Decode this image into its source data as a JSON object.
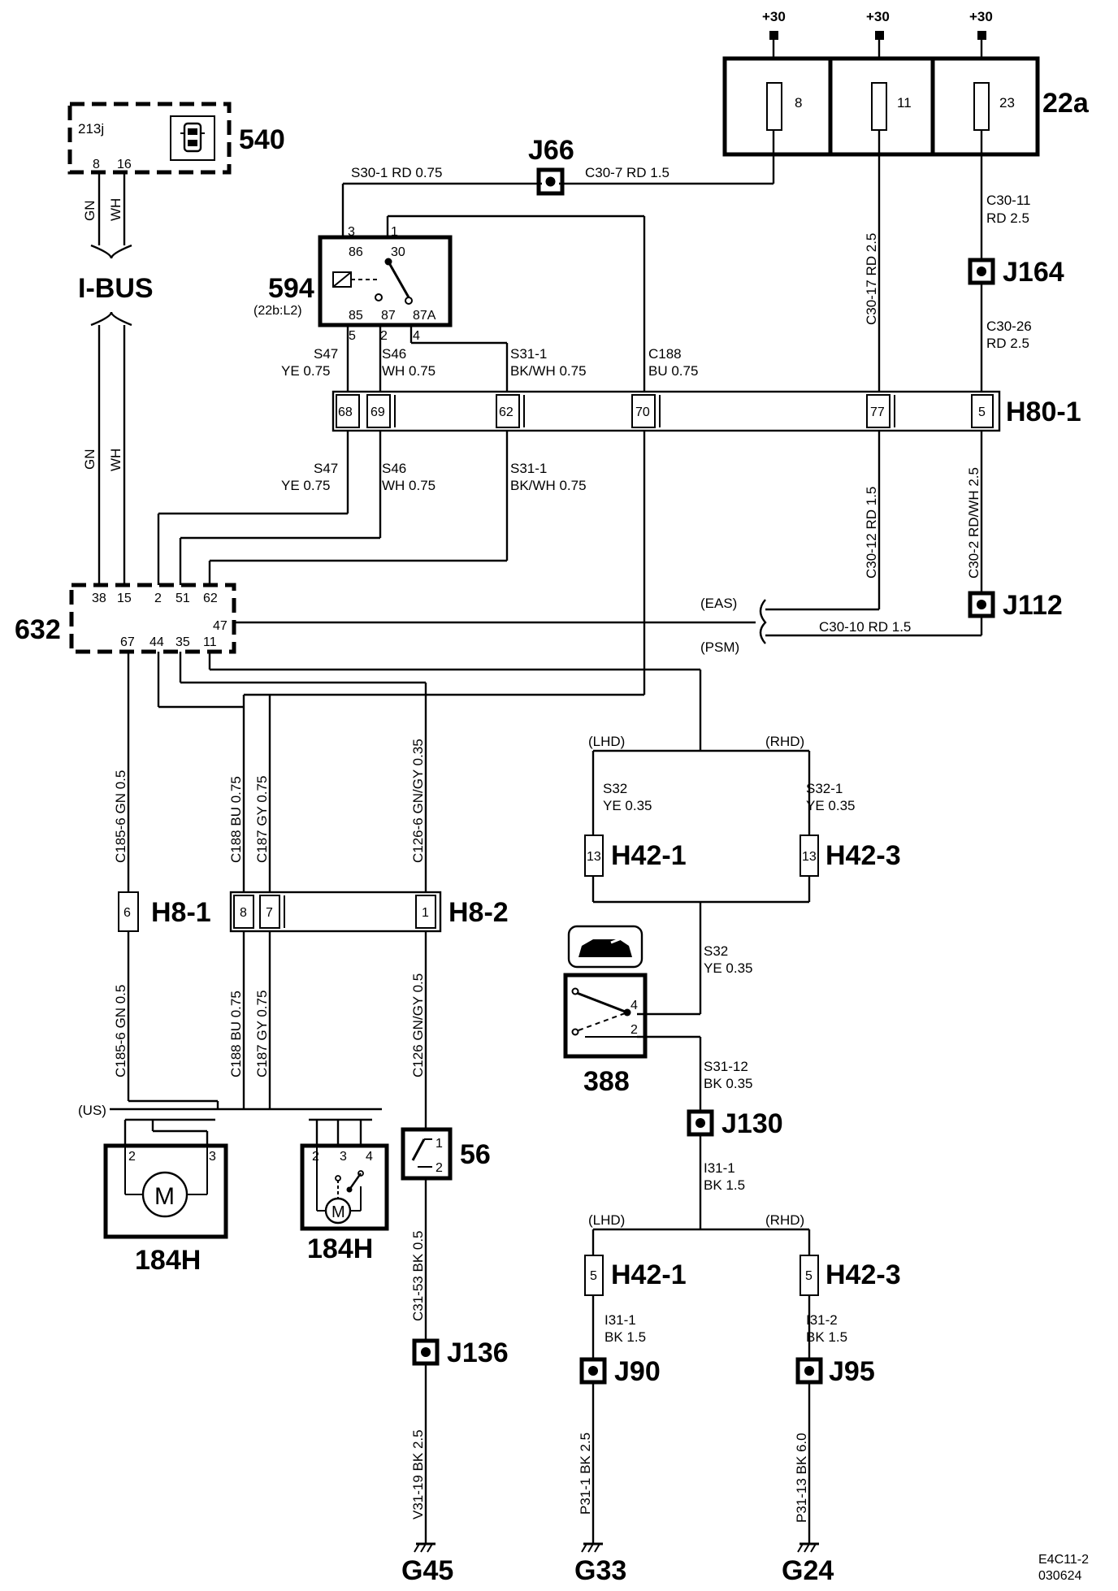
{
  "labels": {
    "p30a": "+30",
    "p30b": "+30",
    "p30c": "+30",
    "fuse8": "8",
    "fuse11": "11",
    "fuse23": "23",
    "fusebox": "22a",
    "c540": "540",
    "c540_sub": "213j",
    "c540_pin8": "8",
    "c540_pin16": "16",
    "ibus_gn1": "GN",
    "ibus_wh1": "WH",
    "ibus": "I-BUS",
    "ibus_gn2": "GN",
    "ibus_wh2": "WH",
    "j66": "J66",
    "s301": "S30-1  RD  0.75",
    "c307": "C30-7  RD  1.5",
    "c3011a": "C30-11",
    "c3011b": "RD  2.5",
    "j164": "J164",
    "c3026a": "C30-26",
    "c3026b": "RD  2.5",
    "c3017": "C30-17  RD  2.5",
    "r594": "594",
    "r594_sub": "(22b:L2)",
    "r_p3": "3",
    "r_p1": "1",
    "r_86": "86",
    "r_30": "30",
    "r_85": "85",
    "r_87": "87",
    "r_87a": "87A",
    "r_p5": "5",
    "r_p2": "2",
    "r_p4": "4",
    "s47a1": "S47",
    "s47a2": "YE  0.75",
    "s46a1": "S46",
    "s46a2": "WH  0.75",
    "s311a1": "S31-1",
    "s311a2": "BK/WH  0.75",
    "c188a1": "C188",
    "c188a2": "BU  0.75",
    "h80_68": "68",
    "h80_69": "69",
    "h80_62": "62",
    "h80_70": "70",
    "h80_77": "77",
    "h80_5": "5",
    "h801": "H80-1",
    "s47b1": "S47",
    "s47b2": "YE  0.75",
    "s46b1": "S46",
    "s46b2": "WH  0.75",
    "s311b1": "S31-1",
    "s311b2": "BK/WH  0.75",
    "c3012": "C30-12  RD  1.5",
    "c302": "C30-2  RD/WH  2.5",
    "j112": "J112",
    "eas": "(EAS)",
    "psm": "(PSM)",
    "c3010": "C30-10  RD  1.5",
    "c632": "632",
    "p38": "38",
    "p15": "15",
    "p2": "2",
    "p51": "51",
    "p62": "62",
    "p47": "47",
    "p67": "67",
    "p44": "44",
    "p35": "35",
    "p11": "11",
    "c1856a": "C185-6  GN  0.5",
    "c188b": "C188  BU  0.75",
    "c187b": "C187  GY  0.75",
    "c1266": "C126-6  GN/GY  0.35",
    "lhd1": "(LHD)",
    "rhd1": "(RHD)",
    "s32a1": "S32",
    "s32a2": "YE  0.35",
    "s321a1": "S32-1",
    "s321a2": "YE  0.35",
    "h42_13a": "13",
    "h421a": "H42-1",
    "h42_13b": "13",
    "h423a": "H42-3",
    "h81_6": "6",
    "h81": "H8-1",
    "h82_8": "8",
    "h82_7": "7",
    "h82_1": "1",
    "h82": "H8-2",
    "c1856b": "C185-6  GN  0.5",
    "c188c": "C188  BU  0.75",
    "c187c": "C187  GY  0.75",
    "c126": "C126  GN/GY  0.5",
    "s32b1": "S32",
    "s32b2": "YE  0.35",
    "sw_p4": "4",
    "sw_p2": "2",
    "c388": "388",
    "s3112a": "S31-12",
    "s3112b": "BK  0.35",
    "us": "(US)",
    "m1_p2": "2",
    "m1_p3": "3",
    "m1_m": "M",
    "m184a": "184H",
    "m2_p2": "2",
    "m2_p3": "3",
    "m2_p4": "4",
    "m2_m": "M",
    "m184b": "184H",
    "s56_p1": "1",
    "s56_p2": "2",
    "c56": "56",
    "j130": "J130",
    "i311a1": "I31-1",
    "i311a2": "BK  1.5",
    "lhd2": "(LHD)",
    "rhd2": "(RHD)",
    "c3153": "C31-53  BK  0.5",
    "j136": "J136",
    "h42_5a": "5",
    "h421b": "H42-1",
    "h42_5b": "5",
    "h423b": "H42-3",
    "i311b1": "I31-1",
    "i311b2": "BK  1.5",
    "i312b1": "I31-2",
    "i312b2": "BK  1.5",
    "j90": "J90",
    "j95": "J95",
    "v3119": "V31-19  BK  2.5",
    "p311": "P31-1  BK  2.5",
    "p3113": "P31-13  BK  6.0",
    "g45": "G45",
    "g33": "G33",
    "g24": "G24",
    "ref1": "E4C11-2",
    "ref2": "030624"
  }
}
